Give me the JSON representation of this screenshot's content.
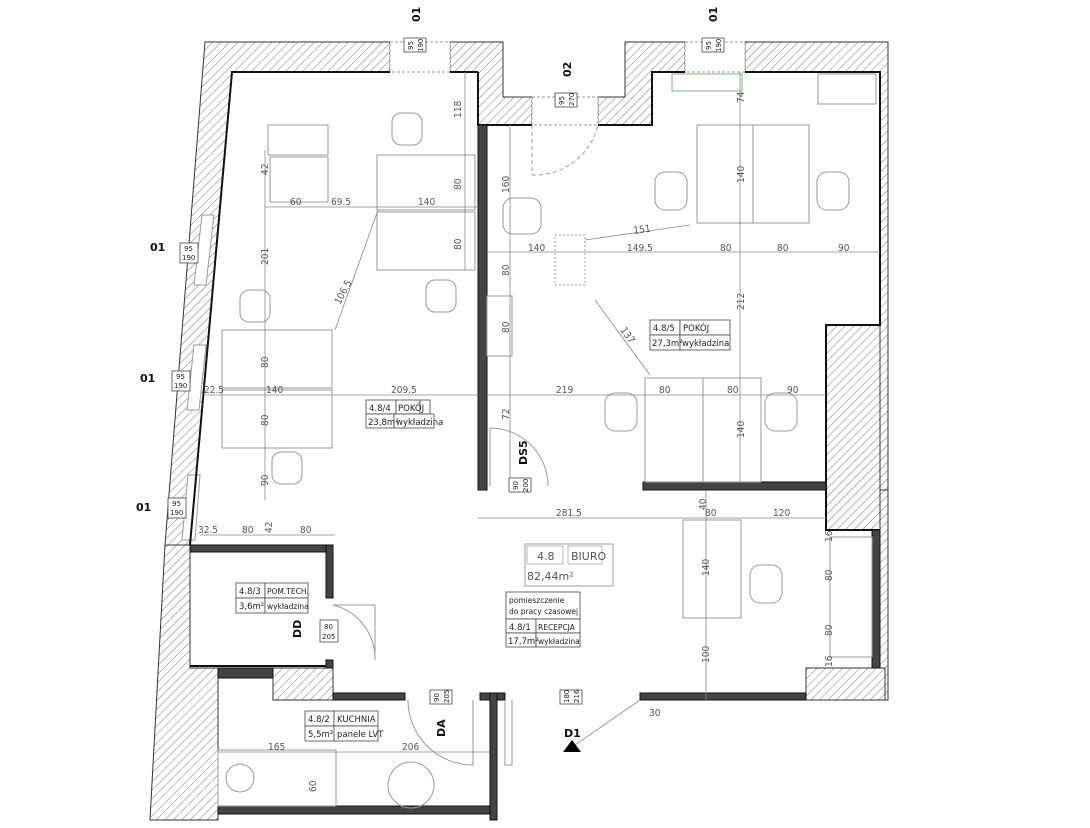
{
  "title": "Office floor plan 4.8",
  "rooms": {
    "pokoj_4": {
      "id": "4.8/4",
      "name": "POKÓJ",
      "area": "23,8m²",
      "floor": "wykładzina"
    },
    "pokoj_5": {
      "id": "4.8/5",
      "name": "POKÓJ",
      "area": "27,3m²",
      "floor": "wykładzina"
    },
    "biuro": {
      "id": "4.8",
      "name": "BIURO",
      "area": "82,44m²"
    },
    "recepcja": {
      "note1": "pomieszczenie",
      "note2": "do pracy czasowej",
      "id": "4.8/1",
      "name": "RECEPCJA",
      "area": "17,7m²",
      "floor": "wykładzina"
    },
    "tech": {
      "id": "4.8/3",
      "name": "POM.TECH.",
      "area": "3,6m²",
      "floor": "wykładzina"
    },
    "kuchnia": {
      "id": "4.8/2",
      "name": "KUCHNIA",
      "area": "5,5m²",
      "floor": "panele LVT"
    }
  },
  "windows": [
    {
      "label": "01",
      "w": "95",
      "h": "190"
    },
    {
      "label": "01",
      "w": "95",
      "h": "190"
    },
    {
      "label": "02",
      "w": "95",
      "h": "270"
    },
    {
      "label": "01",
      "w": "95",
      "h": "190"
    },
    {
      "label": "01",
      "w": "95",
      "h": "190"
    },
    {
      "label": "01",
      "w": "95",
      "h": "190"
    }
  ],
  "doors": [
    {
      "label": "DS5",
      "w": "90",
      "h": "200"
    },
    {
      "label": "DD",
      "w": "80",
      "h": "205"
    },
    {
      "label": "DA",
      "w": "90",
      "h": "205"
    },
    {
      "label": "D1",
      "w": "180",
      "h": "216"
    }
  ],
  "dims": [
    "118",
    "42",
    "60",
    "69.5",
    "140",
    "80",
    "80",
    "201",
    "106.5",
    "80",
    "22.5",
    "140",
    "209.5",
    "80",
    "90",
    "32.5",
    "80",
    "42",
    "80",
    "160",
    "151",
    "140",
    "149.5",
    "80",
    "80",
    "90",
    "74",
    "140",
    "212",
    "80",
    "80",
    "137",
    "219",
    "80",
    "80",
    "90",
    "72",
    "140",
    "281.5",
    "40",
    "80",
    "120",
    "140",
    "100",
    "16",
    "80",
    "80",
    "16",
    "30",
    "165",
    "206",
    "60"
  ]
}
